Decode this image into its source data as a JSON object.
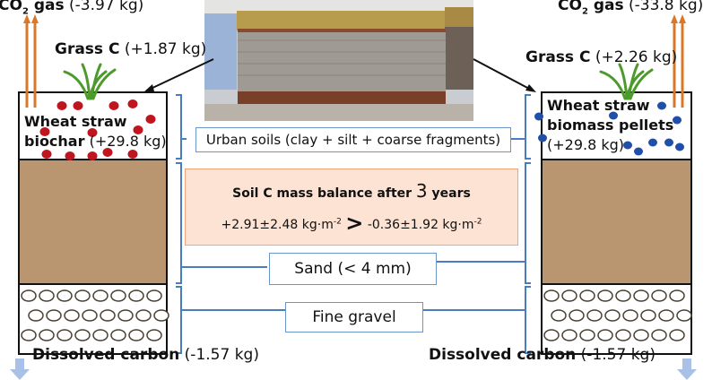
{
  "left": {
    "co2_label": "CO",
    "co2_sub": "2",
    "co2_word": " gas",
    "co2_value": "(-3.97 kg)",
    "grass_label": "Grass C",
    "grass_value": "(+1.87 kg)",
    "amendment_line1": "Wheat straw",
    "amendment_line2": "biochar",
    "amendment_value": "(+29.8 kg)",
    "dissolved_label": "Dissolved carbon",
    "dissolved_value": "(-1.57 kg)",
    "dot_color": "#c0141e"
  },
  "right": {
    "co2_label": "CO",
    "co2_sub": "2",
    "co2_word": " gas",
    "co2_value": "(-33.8 kg)",
    "grass_label": "Grass C",
    "grass_value": "(+2.26 kg)",
    "amendment_line1": "Wheat straw",
    "amendment_line2": "biomass pellets",
    "amendment_value": "(+29.8 kg)",
    "dissolved_label": "Dissolved carbon",
    "dissolved_value": "(-1.57 kg)",
    "dot_color": "#1f4fa8"
  },
  "layers": {
    "urban_soils": "Urban soils (clay + silt + coarse fragments)",
    "sand": "Sand (< 4 mm)",
    "fine_gravel": "Fine gravel"
  },
  "balance": {
    "title_prefix": "Soil C mass balance after ",
    "title_number": "3",
    "title_suffix": " years",
    "left_value": "+2.91±2.48 kg·m",
    "left_exp": "-2",
    "comparator": ">",
    "right_value": "-0.36±1.92 kg·m",
    "right_exp": "-2"
  },
  "colors": {
    "soil": "#b99670",
    "bracket": "#4a7cc0",
    "co2_arrow": "#d9782a",
    "dissolved_arrow": "#a9c1e6",
    "balance_fill": "#fde3d3",
    "balance_border": "#f4a27a",
    "grass": "#4c9a2a"
  }
}
